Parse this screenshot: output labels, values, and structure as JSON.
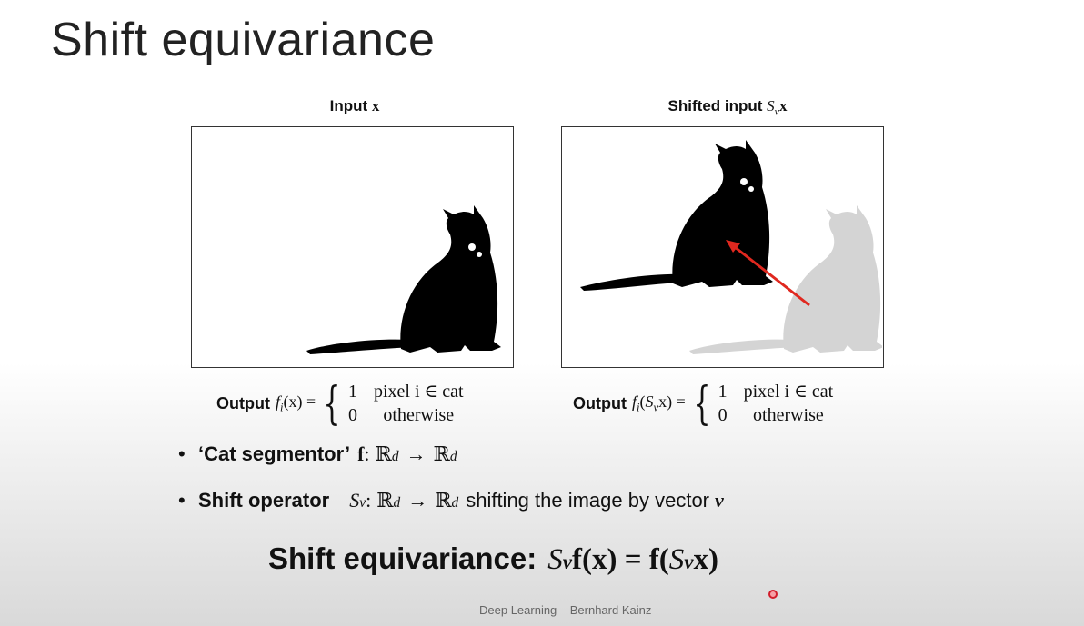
{
  "slide": {
    "title": "Shift equivariance",
    "left_caption_prefix": "Input",
    "left_caption_var": "x",
    "right_caption_prefix": "Shifted input",
    "right_caption_S": "S",
    "right_caption_sub": "v",
    "right_caption_var": "x",
    "output_label": "Output",
    "left_func": "f",
    "left_func_sub": "i",
    "left_func_arg": "(x) =",
    "right_func": "f",
    "right_func_sub": "i",
    "right_func_arg_open": "(",
    "right_func_S": "S",
    "right_func_S_sub": "v",
    "right_func_arg_close": "x) =",
    "case1_value": "1",
    "case1_text": "pixel i ∈ cat",
    "case0_value": "0",
    "case0_text": "otherwise",
    "bullet1_label": "‘Cat segmentor’",
    "bullet1_f": "f",
    "bullet1_colon": ":",
    "bullet1_math": "ℝ",
    "bullet1_sup": "d",
    "bullet1_arrow": "→",
    "bullet1_math2": "ℝ",
    "bullet1_sup2": "d",
    "bullet2_label": "Shift operator",
    "bullet2_S": "S",
    "bullet2_sub": "v",
    "bullet2_colon": ":",
    "bullet2_math": "ℝ",
    "bullet2_sup": "d",
    "bullet2_arrow": "→",
    "bullet2_math2": "ℝ",
    "bullet2_sup2": "d",
    "bullet2_text": "shifting the image by vector",
    "bullet2_v": "v",
    "equiv_label": "Shift equivariance:",
    "equiv_S1": "S",
    "equiv_sub1": "v",
    "equiv_mid": "f(x) = f(",
    "equiv_S2": "S",
    "equiv_sub2": "v",
    "equiv_end": "x)",
    "footer": "Deep Learning – Bernhard Kainz"
  },
  "colors": {
    "arrow": "#e0281f",
    "cat": "#000000",
    "ghost_cat": "#d4d4d4",
    "cursor": "#d21d2b"
  },
  "icons": [
    "cat-silhouette",
    "ghost-cat-silhouette",
    "shift-arrow",
    "cursor-dot"
  ]
}
